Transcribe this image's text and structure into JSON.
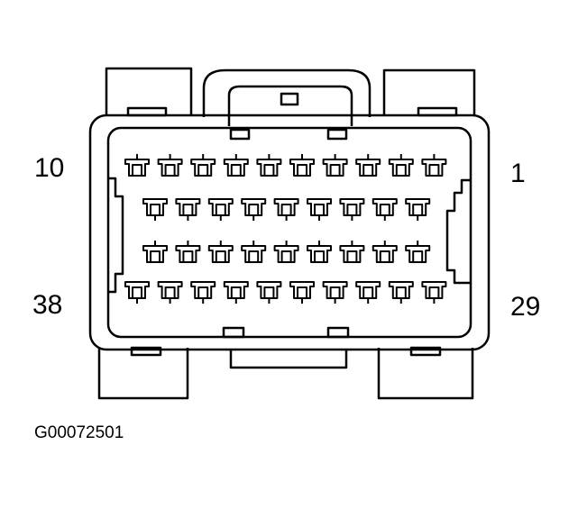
{
  "connector": {
    "pin_labels": {
      "top_left": "10",
      "top_right": "1",
      "bottom_left": "38",
      "bottom_right": "29"
    },
    "rows": [
      {
        "name": "row-1",
        "pins": 10
      },
      {
        "name": "row-2",
        "pins": 9
      },
      {
        "name": "row-3",
        "pins": 9
      },
      {
        "name": "row-4",
        "pins": 10
      }
    ]
  },
  "figure_id": "G00072501",
  "colors": {
    "ink": "#000000",
    "paper": "#ffffff"
  }
}
